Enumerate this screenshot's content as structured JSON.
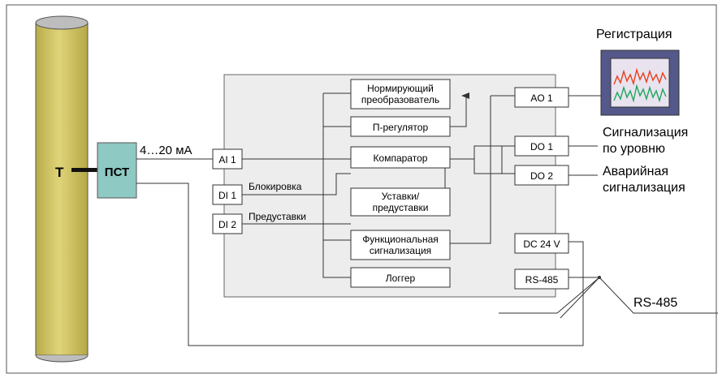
{
  "pipe": {
    "label": "Т"
  },
  "sensor": {
    "label": "ПСТ"
  },
  "signal": {
    "current_label": "4…20 мА"
  },
  "inputs": {
    "ai1": "AI 1",
    "di1": "DI 1",
    "di2": "DI 2",
    "di1_caption": "Блокировка",
    "di2_caption": "Предуставки"
  },
  "modules": {
    "normalizer_line1": "Нормирующий",
    "normalizer_line2": "преобразователь",
    "p_regulator": "П-регулятор",
    "comparator": "Компаратор",
    "setpoints_line1": "Уставки/",
    "setpoints_line2": "предуставки",
    "func_line1": "Функциональная",
    "func_line2": "сигнализация",
    "logger": "Логгер"
  },
  "outputs": {
    "ao1": "AO 1",
    "do1": "DO 1",
    "do2": "DO 2",
    "dc24": "DC 24 V",
    "rs485": "RS-485"
  },
  "labels": {
    "registration": "Регистрация",
    "level_line1": "Сигнализация",
    "level_line2": "по уровню",
    "alarm_line1": "Аварийная",
    "alarm_line2": "сигнализация",
    "rs485_bus": "RS-485"
  },
  "colors": {
    "pipe": "#d9cc6a",
    "sensor": "#8ec9c3",
    "panel": "#ededed",
    "monitor_bezel": "#55588a",
    "trace_red": "#e8401c",
    "trace_green": "#1fa85a"
  }
}
